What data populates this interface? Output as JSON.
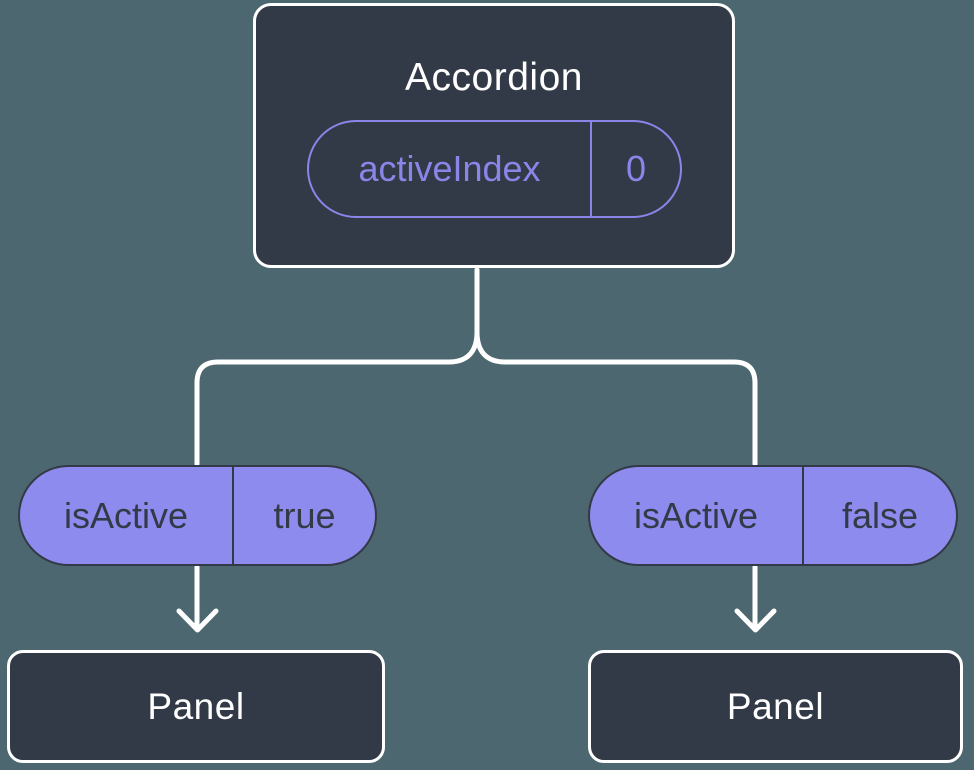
{
  "diagram": {
    "description": "component tree diagram showing lifted state",
    "root": {
      "title": "Accordion",
      "state": {
        "name": "activeIndex",
        "value": "0"
      }
    },
    "children": [
      {
        "prop": {
          "name": "isActive",
          "value": "true"
        },
        "node": {
          "title": "Panel"
        }
      },
      {
        "prop": {
          "name": "isActive",
          "value": "false"
        },
        "node": {
          "title": "Panel"
        }
      }
    ],
    "colors": {
      "background": "#4d6770",
      "node_fill": "#333a47",
      "node_border": "#ffffff",
      "pill_fill": "#8e8bee",
      "pill_outline": "#8a86e9",
      "pill_dark_text": "#333a47",
      "connector": "#ffffff"
    }
  }
}
